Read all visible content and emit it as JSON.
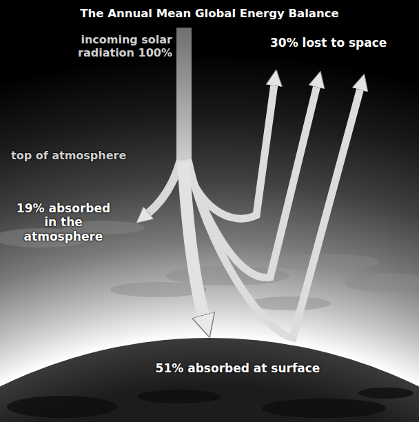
{
  "diagram": {
    "title": "The Annual Mean Global Energy Balance",
    "labels": [
      "incoming solar radiation 100%",
      "30% lost to space",
      "top of atmosphere",
      "19% absorbed in the atmosphere",
      "51% absorbed at surface"
    ]
  }
}
